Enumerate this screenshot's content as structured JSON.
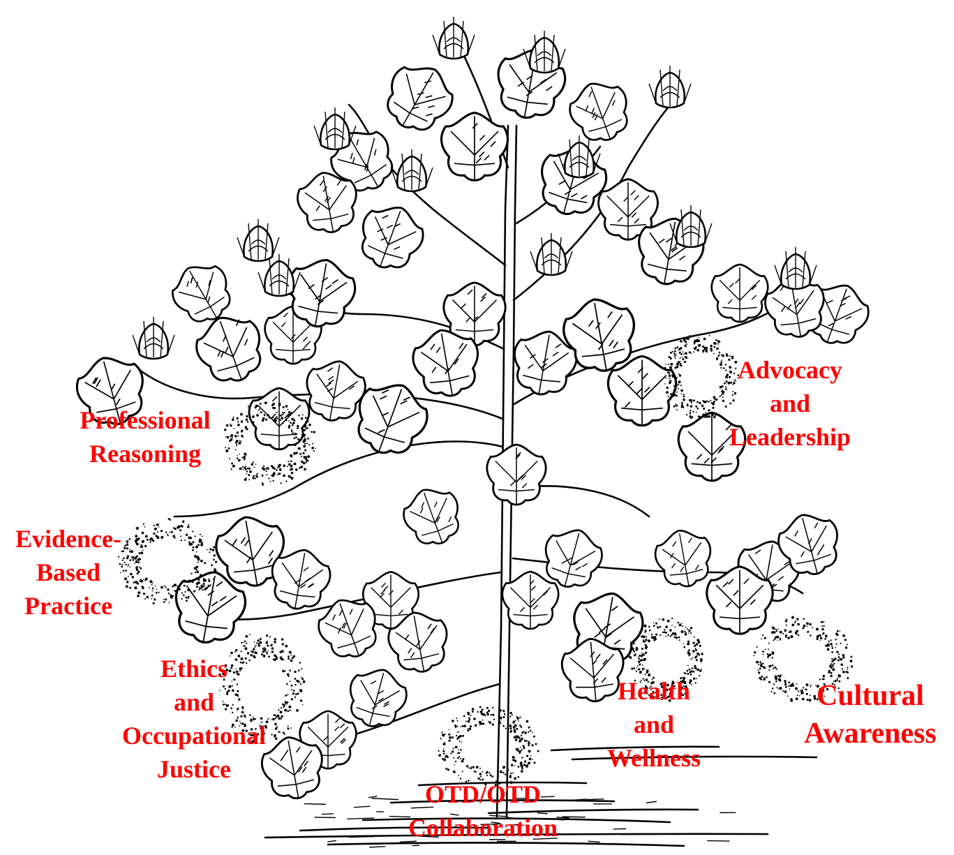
{
  "colors": {
    "label": "#ff0000",
    "ink": "#000000",
    "background": "#ffffff"
  },
  "illustration": {
    "icon": "cotton-plant-icon"
  },
  "labels": {
    "professional_reasoning": [
      "Professional",
      "Reasoning"
    ],
    "advocacy_leadership": [
      "Advocacy",
      "and",
      "Leadership"
    ],
    "evidence_based_practice": [
      "Evidence-",
      "Based",
      "Practice"
    ],
    "ethics_occupational_justice": [
      "Ethics",
      "and",
      "Occupational",
      "Justice"
    ],
    "health_wellness": [
      "Health",
      "and",
      "Wellness"
    ],
    "cultural_awareness": [
      "Cultural",
      "Awareness"
    ],
    "otd_collaboration": [
      "OTD/OTD",
      "Collaboration"
    ]
  }
}
